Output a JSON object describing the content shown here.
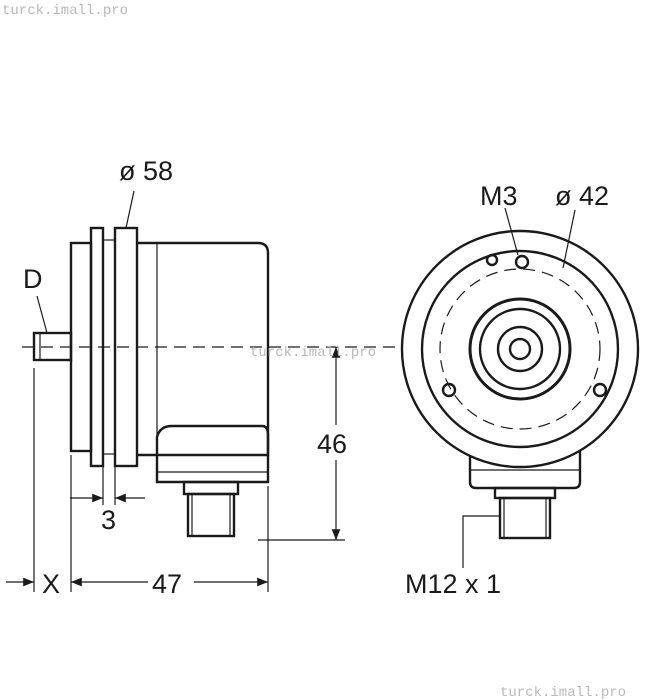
{
  "watermarks": {
    "top_left": "turck.imall.pro",
    "center": "turck.imall.pro",
    "bottom_right": "turck.imall.pro"
  },
  "labels": {
    "diameter_58": "ø 58",
    "shaft_D": "D",
    "dim_3": "3",
    "dim_X": "X",
    "dim_47": "47",
    "dim_46": "46",
    "thread_M3": "M3",
    "diameter_42": "ø 42",
    "connector_thread": "M12 x 1"
  },
  "colors": {
    "line": "#1a1a1a",
    "watermark": "#b8b8b8",
    "background": "#ffffff"
  }
}
